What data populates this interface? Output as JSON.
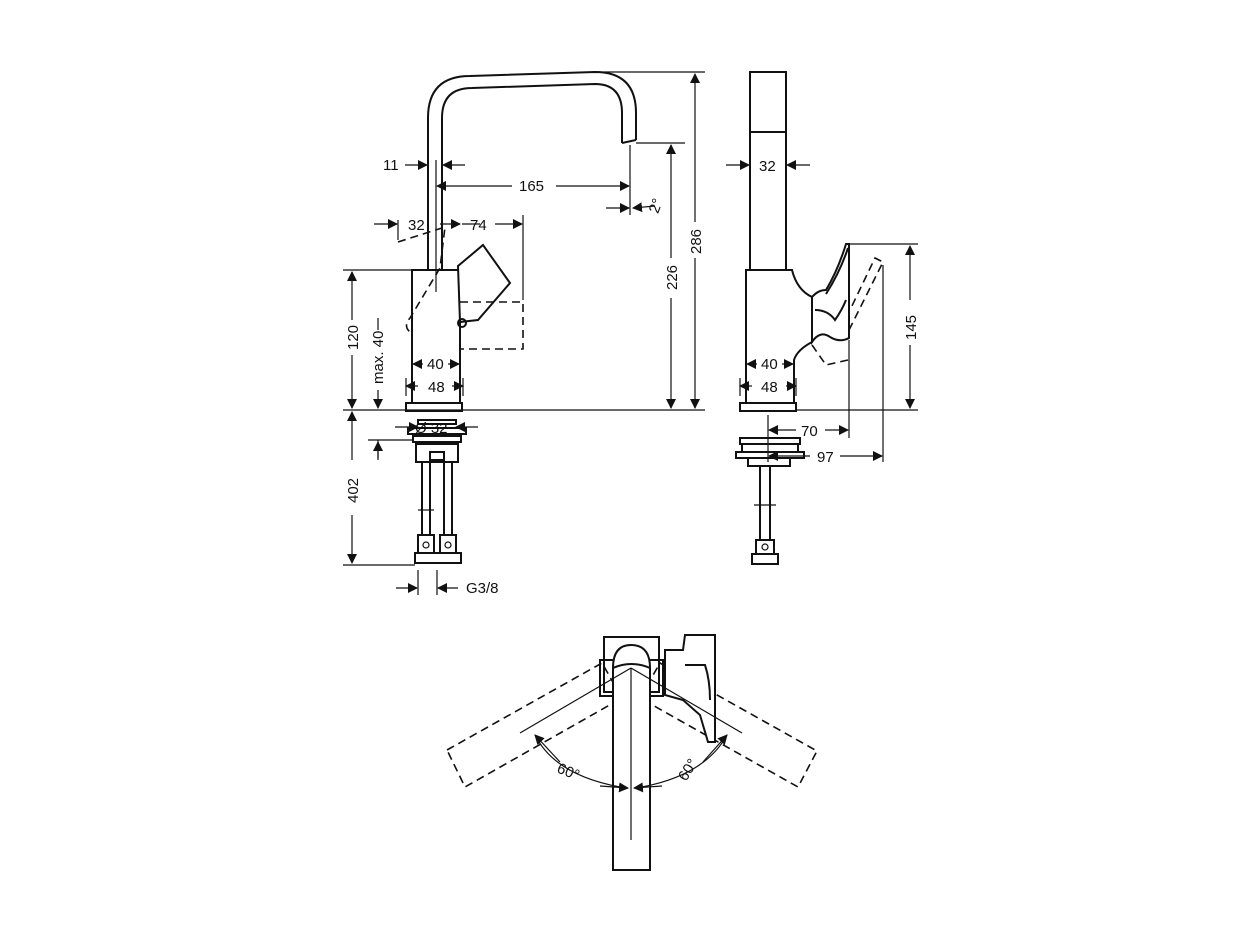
{
  "dimensions": {
    "front": {
      "wall_offset": "11",
      "reach": "165",
      "angle": "2°",
      "handle_left": "32",
      "handle_right": "74",
      "height_body": "120",
      "max_deck": "max. 40",
      "body_width_inner": "40",
      "body_width_outer": "48",
      "hole_diameter": "Ø 32",
      "hose_length": "402",
      "connection": "G3/8",
      "spout_height": "226",
      "total_height": "286"
    },
    "side": {
      "spout_width": "32",
      "handle_height": "145",
      "body_width_inner": "40",
      "body_width_outer": "48",
      "handle_reach": "70",
      "handle_reach_max": "97"
    },
    "top": {
      "swivel_left": "60°",
      "swivel_right": "60°"
    }
  },
  "colors": {
    "line": "#111111",
    "background": "#ffffff"
  }
}
